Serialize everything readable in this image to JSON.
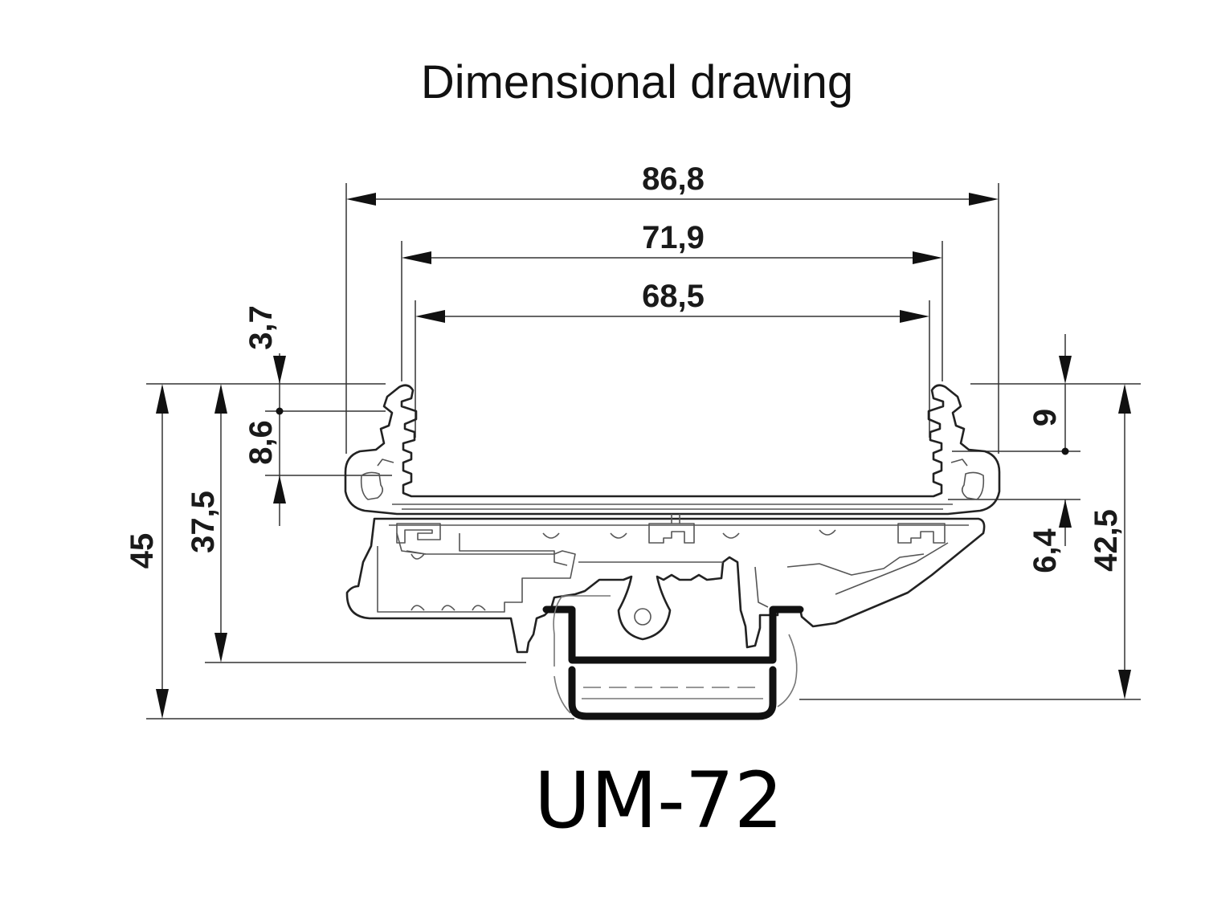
{
  "title": "Dimensional drawing",
  "model": "UM-72",
  "dimensions": {
    "overall_width": "86,8",
    "mid_width": "71,9",
    "inner_width": "68,5",
    "top_offset_left": "3,7",
    "lip_height_left": "8,6",
    "total_height": "45",
    "body_height": "37,5",
    "lip_height_right": "9",
    "rail_offset_right": "6,4",
    "height_right": "42,5"
  },
  "colors": {
    "line": "#222222",
    "rail": "#111111",
    "background": "#ffffff"
  }
}
